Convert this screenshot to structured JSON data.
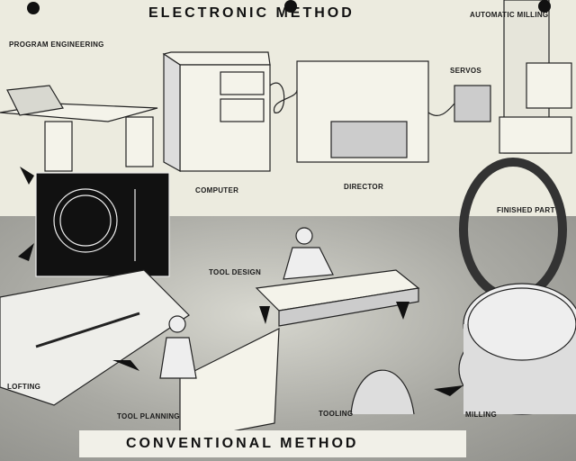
{
  "header": {
    "title": "ELECTRONIC METHOD"
  },
  "footer": {
    "title": "CONVENTIONAL METHOD"
  },
  "labels": {
    "program_engineering": "PROGRAM ENGINEERING",
    "automatic_milling": "AUTOMATIC MILLING",
    "servos": "SERVOS",
    "computer": "COMPUTER",
    "director": "DIRECTOR",
    "finished_part": "FINISHED PART",
    "tool_design": "TOOL DESIGN",
    "lofting": "LOFTING",
    "tool_planning": "TOOL PLANNING",
    "tooling": "TOOLING",
    "milling": "MILLING"
  }
}
